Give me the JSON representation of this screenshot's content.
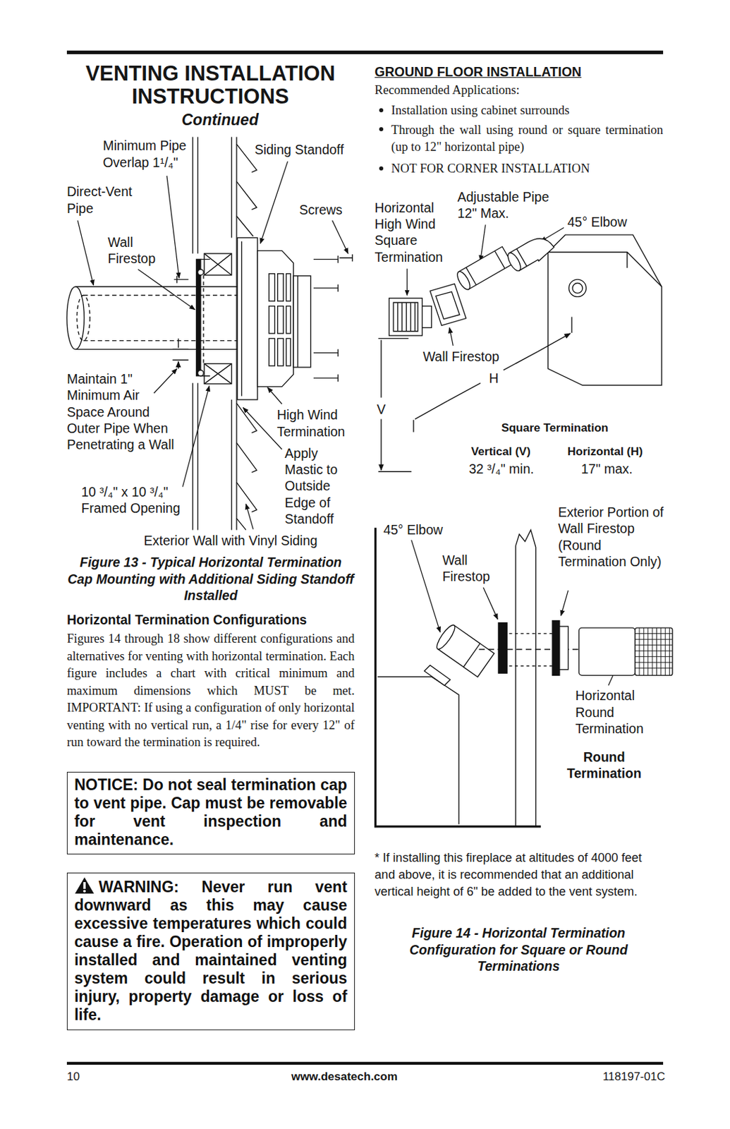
{
  "diagram": {
    "title": "VENTING INSTALLATION INSTRUCTIONS",
    "nodes": [
      {
        "text": [
          "NOTICE: Do not seal termination cap to vent pipe. Cap must be removable for vent inspection and maintenance."
        ]
      },
      {
        "text": [
          "WARNING: Never run vent downward as this may cause excessive temperatures which could cause a fire. Operation of improperly installed and maintained venting system could result in serious injury, property damage or loss of life."
        ]
      }
    ],
    "labels": [
      "Continued",
      "Minimum Pipe Overlap 1¹/₄\"",
      "Siding Standoff",
      "Direct-Vent Pipe",
      "Screws",
      "Wall Firestop",
      "Maintain 1\" Minimum Air Space Around Outer Pipe When Penetrating a Wall",
      "High Wind Termination",
      "Apply Mastic to Outside Edge of Standoff",
      "10 ³/₄\" x 10 ³/₄\" Framed Opening",
      "Exterior Wall with Vinyl Siding",
      "Figure 13 - Typical Horizontal Termination Cap Mounting with Additional Siding Standoff Installed",
      "Horizontal Termination Configurations",
      "Figures 14 through 18 show different configurations and alternatives for venting with horizontal termination. Each figure includes a chart with critical minimum and maximum dimensions which MUST be met. IMPORTANT: If using a configuration of only horizontal venting with no vertical run, a 1/4\" rise for every 12\" of run toward the termination is required.",
      "GROUND FLOOR INSTALLATION",
      "Recommended Applications:",
      "Installation using cabinet surrounds",
      "Through the wall using round or square termination (up to 12\" horizontal pipe)",
      "NOT FOR CORNER INSTALLATION",
      "Horizontal High Wind Square Termination",
      "Adjustable Pipe 12\" Max.",
      "45° Elbow",
      "Wall Firestop",
      "H",
      "V",
      "Square Termination",
      "Vertical (V)",
      "Horizontal (H)",
      "32 ³/₄\" min.",
      "17\" max.",
      "45° Elbow",
      "Wall Firestop",
      "Exterior Portion of Wall Firestop (Round Termination Only)",
      "Horizontal Round Termination",
      "Round Termination",
      "* If installing this fireplace at altitudes of 4000 feet and above, it is recommended that an additional vertical height of 6\" be added to the vent system.",
      "Figure 14 - Horizontal Termination Configuration for Square or Round Terminations",
      "10",
      "www.desatech.com",
      "118197-01C"
    ]
  }
}
